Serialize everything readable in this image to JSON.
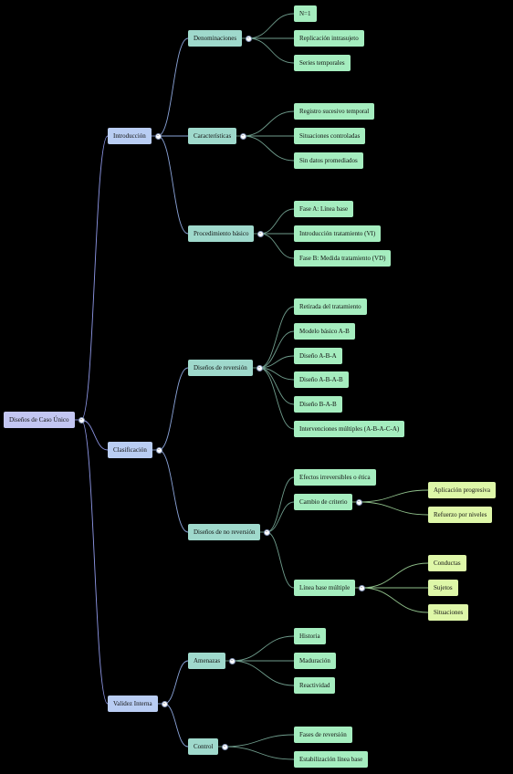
{
  "colors": {
    "background": "#000000",
    "level0": "#c3c6f2",
    "level1": "#b9cdf3",
    "level2": "#9fd9cc",
    "level3": "#a5edbf",
    "level4": "#def7a8",
    "link_level0": "#8f98e8",
    "link_level1": "#8aa3d8",
    "link_level2": "#6f9c8c",
    "link_level3": "#8fbf8a"
  },
  "toggle_icon": "minus-icon",
  "mindmap": {
    "label": "Diseños de Caso Único",
    "children": [
      {
        "label": "Introducción",
        "children": [
          {
            "label": "Denominaciones",
            "children": [
              {
                "label": "N=1"
              },
              {
                "label": "Replicación intrasujeto"
              },
              {
                "label": "Series temporales"
              }
            ]
          },
          {
            "label": "Características",
            "children": [
              {
                "label": "Registro sucesivo temporal"
              },
              {
                "label": "Situaciones controladas"
              },
              {
                "label": "Sin datos promediados"
              }
            ]
          },
          {
            "label": "Procedimiento básico",
            "children": [
              {
                "label": "Fase A: Línea base"
              },
              {
                "label": "Introducción tratamiento (VI)"
              },
              {
                "label": "Fase B: Medida tratamiento (VD)"
              }
            ]
          }
        ]
      },
      {
        "label": "Clasificación",
        "children": [
          {
            "label": "Diseños de reversión",
            "children": [
              {
                "label": "Retirada del tratamiento"
              },
              {
                "label": "Modelo básico A-B"
              },
              {
                "label": "Diseño A-B-A"
              },
              {
                "label": "Diseño A-B-A-B"
              },
              {
                "label": "Diseño B-A-B"
              },
              {
                "label": "Intervenciones múltiples (A-B-A-C-A)"
              }
            ]
          },
          {
            "label": "Diseños de no reversión",
            "children": [
              {
                "label": "Efectos irreversibles o ética"
              },
              {
                "label": "Cambio de criterio",
                "children": [
                  {
                    "label": "Aplicación progresiva"
                  },
                  {
                    "label": "Refuerzo por niveles"
                  }
                ]
              },
              {
                "label": "Línea base múltiple",
                "children": [
                  {
                    "label": "Conductas"
                  },
                  {
                    "label": "Sujetos"
                  },
                  {
                    "label": "Situaciones"
                  }
                ]
              }
            ]
          }
        ]
      },
      {
        "label": "Validez Interna",
        "children": [
          {
            "label": "Amenazas",
            "children": [
              {
                "label": "Historia"
              },
              {
                "label": "Maduración"
              },
              {
                "label": "Reactividad"
              }
            ]
          },
          {
            "label": "Control",
            "children": [
              {
                "label": "Fases de reversión"
              },
              {
                "label": "Estabilización línea base"
              }
            ]
          }
        ]
      }
    ]
  }
}
